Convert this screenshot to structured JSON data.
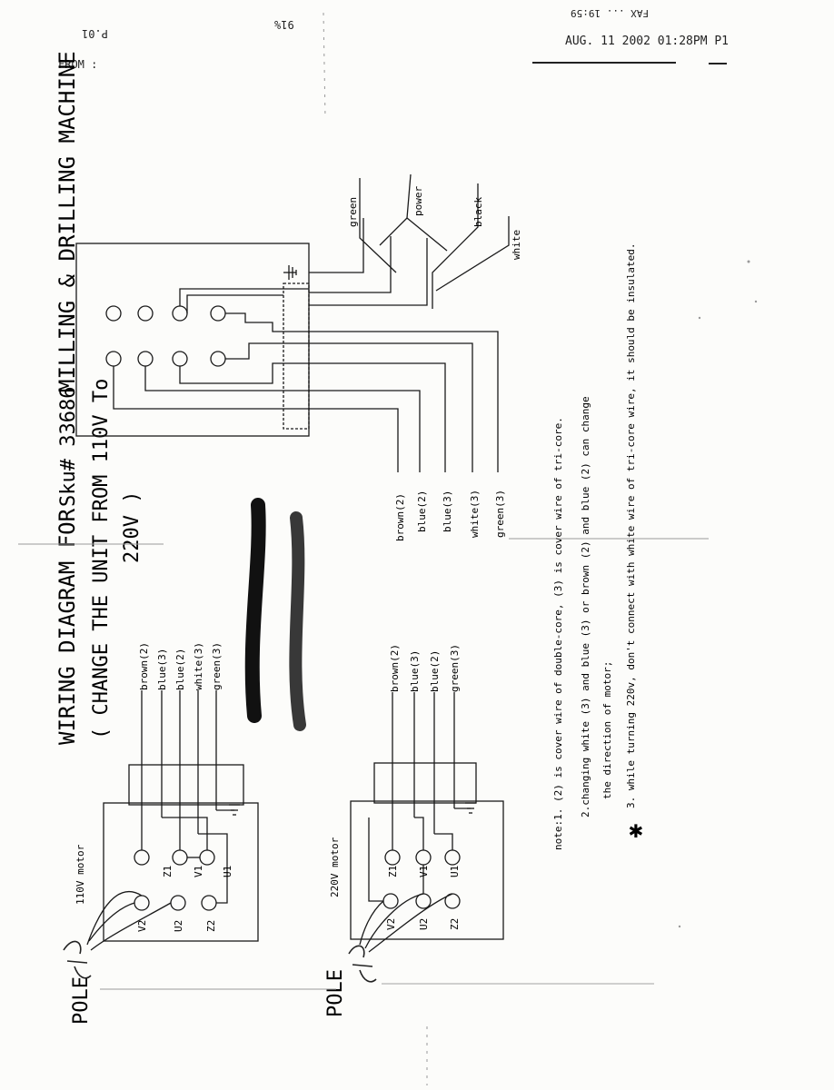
{
  "header": {
    "page_right_mirrored": "P.01",
    "percent_mirrored": "91%",
    "top_right_mirrored": "FAX ... 19:59",
    "from_label": "FROM :",
    "fax_timestamp": "AUG. 11 2002 01:28PM P1"
  },
  "title": {
    "part1": "WIRING DIAGRAM FOR",
    "model": "Sku# 33686",
    "part2": "MILLING & DRILLING MACHINE",
    "subtitle1": "( CHANGE THE UNIT FROM 110V To",
    "subtitle2": "220V )"
  },
  "switch_block": {
    "power_label": "power",
    "feed_wires": [
      "green",
      "black",
      "white"
    ],
    "wire_labels": [
      "brown(2)",
      "blue(2)",
      "blue(3)",
      "white(3)",
      "green(3)"
    ]
  },
  "motor_110": {
    "label": "110V motor",
    "wire_labels": [
      "brown(2)",
      "blue(3)",
      "blue(2)",
      "white(3)",
      "green(3)"
    ],
    "terminals_top": [
      "Z1",
      "V1",
      "U1"
    ],
    "terminals_bottom": [
      "V2",
      "U2",
      "Z2"
    ],
    "pole_label": "POLE"
  },
  "motor_220": {
    "label": "220V motor",
    "wire_labels": [
      "brown(2)",
      "blue(3)",
      "blue(2)",
      "green(3)"
    ],
    "terminals_top": [
      "Z1",
      "V1",
      "U1"
    ],
    "terminals_bottom": [
      "V2",
      "U2",
      "Z2"
    ],
    "pole_label": "POLE"
  },
  "notes": {
    "n1": "note:1. (2) is cover wire of double-core, (3) is cover wire of tri-core.",
    "n2a": "2.changing white (3) and blue (3) or brown (2) and blue (2) can change",
    "n2b": "the direction of motor;",
    "n3": "3. while turning 220v, don't connect with white wire of tri-core wire, it should be insulated.",
    "star": "✱"
  },
  "colors": {
    "ink": "#1a1a1a",
    "paper": "#fcfcfa",
    "marker": "#111111"
  }
}
